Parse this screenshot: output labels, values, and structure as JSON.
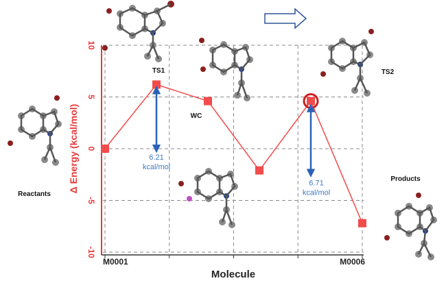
{
  "chart_data": {
    "type": "line",
    "xlabel": "Molecule",
    "ylabel": "Δ Energy (kcal/mol)",
    "ylim": [
      -10,
      10
    ],
    "yticks": [
      "10",
      "5",
      "0",
      "-5",
      "-10"
    ],
    "x_tick_labels": [
      "M0001",
      "M0006"
    ],
    "grid": true,
    "colors": {
      "series": "#f24b4b",
      "axis_label": "#e83a3a",
      "annotation": "#3d78c4",
      "arrow": "#2a62b7"
    },
    "series": [
      {
        "x": [
          1,
          2,
          3,
          4,
          5,
          6
        ],
        "values": [
          0,
          6.2,
          4.6,
          -2.1,
          4.6,
          -7.2
        ]
      }
    ],
    "highlighted_point": 5,
    "point_labels": [
      "TS1",
      "WC",
      "TS2"
    ],
    "side_labels": [
      "Reactants",
      "Products"
    ],
    "annotations": [
      {
        "value": "6.21",
        "unit": "kcal/mol"
      },
      {
        "value": "6.71",
        "unit": "kcal/mol"
      }
    ]
  }
}
